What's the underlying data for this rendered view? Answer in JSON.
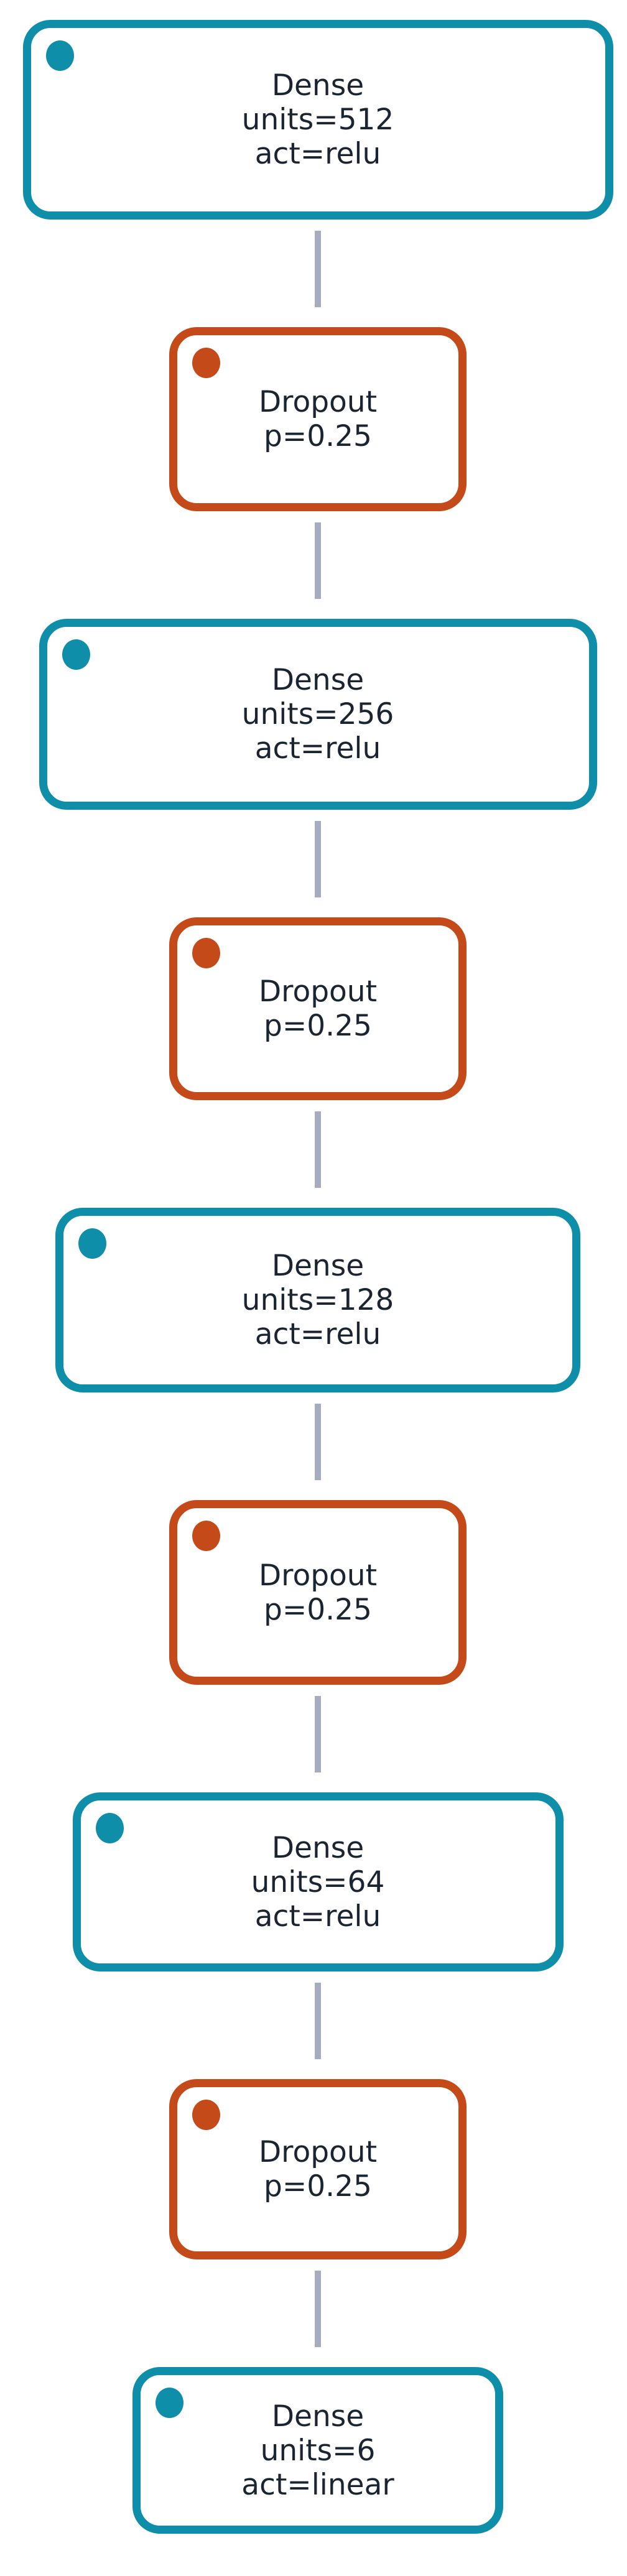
{
  "diagram": {
    "type": "neural-network-layer-flowchart",
    "direction": "top-to-bottom",
    "colors": {
      "dense_accent": "#0f8ea9",
      "dropout_accent": "#c54a19",
      "text": "#1b2532",
      "connector": "#a3adbf",
      "background": "#ffffff"
    },
    "nodes": [
      {
        "type": "Dense",
        "title": "Dense",
        "params": [
          "units=512",
          "act=relu"
        ],
        "accent": "#0f8ea9"
      },
      {
        "type": "Dropout",
        "title": "Dropout",
        "params": [
          "p=0.25"
        ],
        "accent": "#c54a19"
      },
      {
        "type": "Dense",
        "title": "Dense",
        "params": [
          "units=256",
          "act=relu"
        ],
        "accent": "#0f8ea9"
      },
      {
        "type": "Dropout",
        "title": "Dropout",
        "params": [
          "p=0.25"
        ],
        "accent": "#c54a19"
      },
      {
        "type": "Dense",
        "title": "Dense",
        "params": [
          "units=128",
          "act=relu"
        ],
        "accent": "#0f8ea9"
      },
      {
        "type": "Dropout",
        "title": "Dropout",
        "params": [
          "p=0.25"
        ],
        "accent": "#c54a19"
      },
      {
        "type": "Dense",
        "title": "Dense",
        "params": [
          "units=64",
          "act=relu"
        ],
        "accent": "#0f8ea9"
      },
      {
        "type": "Dropout",
        "title": "Dropout",
        "params": [
          "p=0.25"
        ],
        "accent": "#c54a19"
      },
      {
        "type": "Dense",
        "title": "Dense",
        "params": [
          "units=6",
          "act=linear"
        ],
        "accent": "#0f8ea9"
      }
    ]
  }
}
